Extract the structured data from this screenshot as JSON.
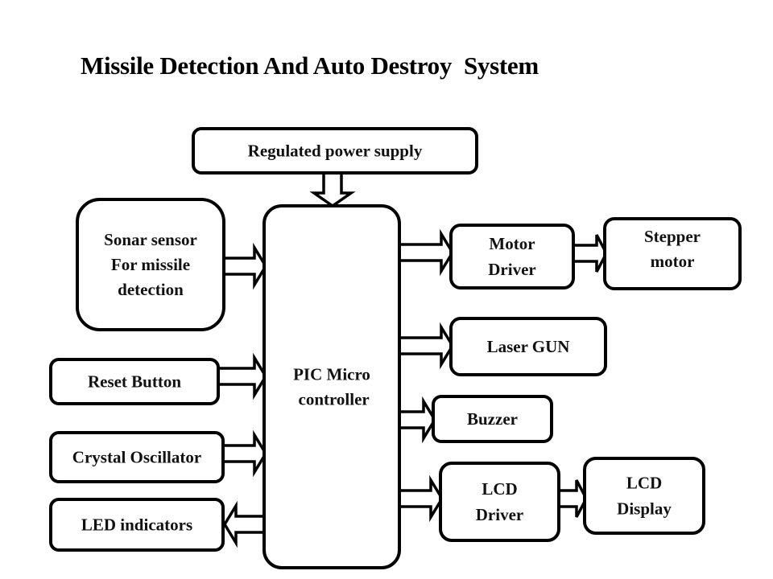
{
  "title": "Missile Detection And Auto Destroy  System",
  "blocks": {
    "power_supply": {
      "lines": [
        "Regulated power supply"
      ]
    },
    "sonar_sensor": {
      "lines": [
        "Sonar sensor",
        "For missile",
        "detection"
      ]
    },
    "reset_button": {
      "lines": [
        "Reset Button"
      ]
    },
    "crystal_oscillator": {
      "lines": [
        "Crystal Oscillator"
      ]
    },
    "led_indicators": {
      "lines": [
        "LED indicators"
      ]
    },
    "pic_microcontroller": {
      "lines": [
        "PIC Micro",
        " controller"
      ]
    },
    "motor_driver": {
      "lines": [
        "Motor",
        "Driver"
      ]
    },
    "stepper_motor": {
      "lines": [
        "Stepper",
        "motor"
      ]
    },
    "laser_gun": {
      "lines": [
        "Laser GUN"
      ]
    },
    "buzzer": {
      "lines": [
        "Buzzer"
      ]
    },
    "lcd_driver": {
      "lines": [
        "LCD",
        "Driver"
      ]
    },
    "lcd_display": {
      "lines": [
        "LCD",
        "Display"
      ]
    }
  },
  "connections": [
    {
      "from": "power_supply",
      "to": "pic_microcontroller"
    },
    {
      "from": "sonar_sensor",
      "to": "pic_microcontroller"
    },
    {
      "from": "reset_button",
      "to": "pic_microcontroller"
    },
    {
      "from": "crystal_oscillator",
      "to": "pic_microcontroller"
    },
    {
      "from": "pic_microcontroller",
      "to": "led_indicators"
    },
    {
      "from": "pic_microcontroller",
      "to": "motor_driver"
    },
    {
      "from": "motor_driver",
      "to": "stepper_motor"
    },
    {
      "from": "pic_microcontroller",
      "to": "laser_gun"
    },
    {
      "from": "pic_microcontroller",
      "to": "buzzer"
    },
    {
      "from": "pic_microcontroller",
      "to": "lcd_driver"
    },
    {
      "from": "lcd_driver",
      "to": "lcd_display"
    }
  ]
}
